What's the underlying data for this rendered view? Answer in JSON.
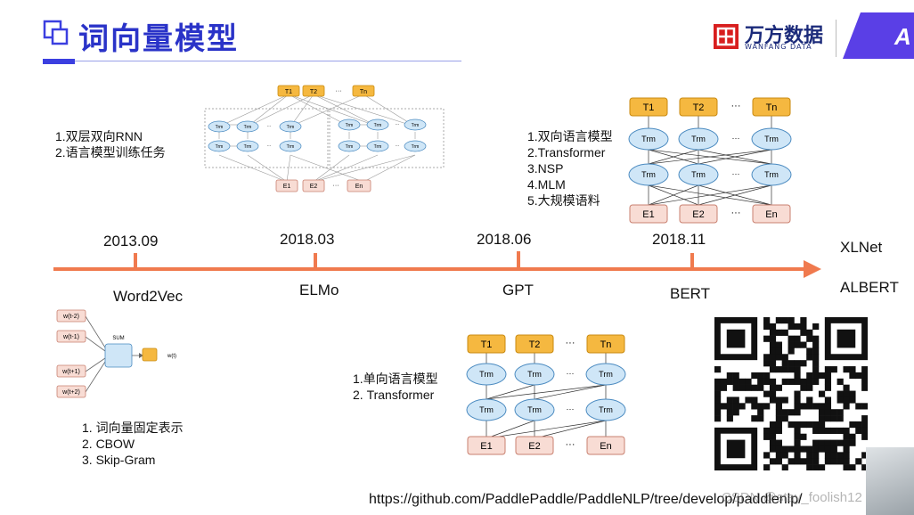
{
  "header": {
    "title": "词向量模型",
    "logo_cn": "万方数据",
    "logo_en": "WANFANG DATA"
  },
  "colors": {
    "title": "#2a33c8",
    "timeline": "#f07a4e",
    "output_node": "#f5b840",
    "trm_node": "#cfe6f7",
    "embed_node": "#f8dcd4"
  },
  "timeline": {
    "years": [
      "2013.09",
      "2018.03",
      "2018.06",
      "2018.11"
    ],
    "models": [
      "Word2Vec",
      "ELMo",
      "GPT",
      "BERT"
    ],
    "future_models": [
      "XLNet",
      "ALBERT"
    ]
  },
  "features": {
    "elmo": "1.双层双向RNN\n2.语言模型训练任务",
    "bert": "1.双向语言模型\n2.Transformer\n3.NSP\n4.MLM\n5.大规模语料",
    "gpt": "1.单向语言模型\n2. Transformer",
    "word2vec": "1. 词向量固定表示\n2. CBOW\n3. Skip-Gram"
  },
  "diagram_labels": {
    "outputs": [
      "T1",
      "T2",
      "Tn"
    ],
    "embeddings": [
      "E1",
      "E2",
      "En"
    ],
    "trm": "Trm",
    "ellipsis": "···",
    "cbow_inputs": [
      "w(t-2)",
      "w(t-1)",
      "w(t+1)",
      "w(t+2)"
    ],
    "cbow_sum": "SUM",
    "cbow_output": "w(t)"
  },
  "footer": {
    "url": "https://github.com/PaddlePaddle/PaddleNLP/tree/develop/paddlenlp/",
    "watermark": "CSDN @stay_foolish12"
  }
}
